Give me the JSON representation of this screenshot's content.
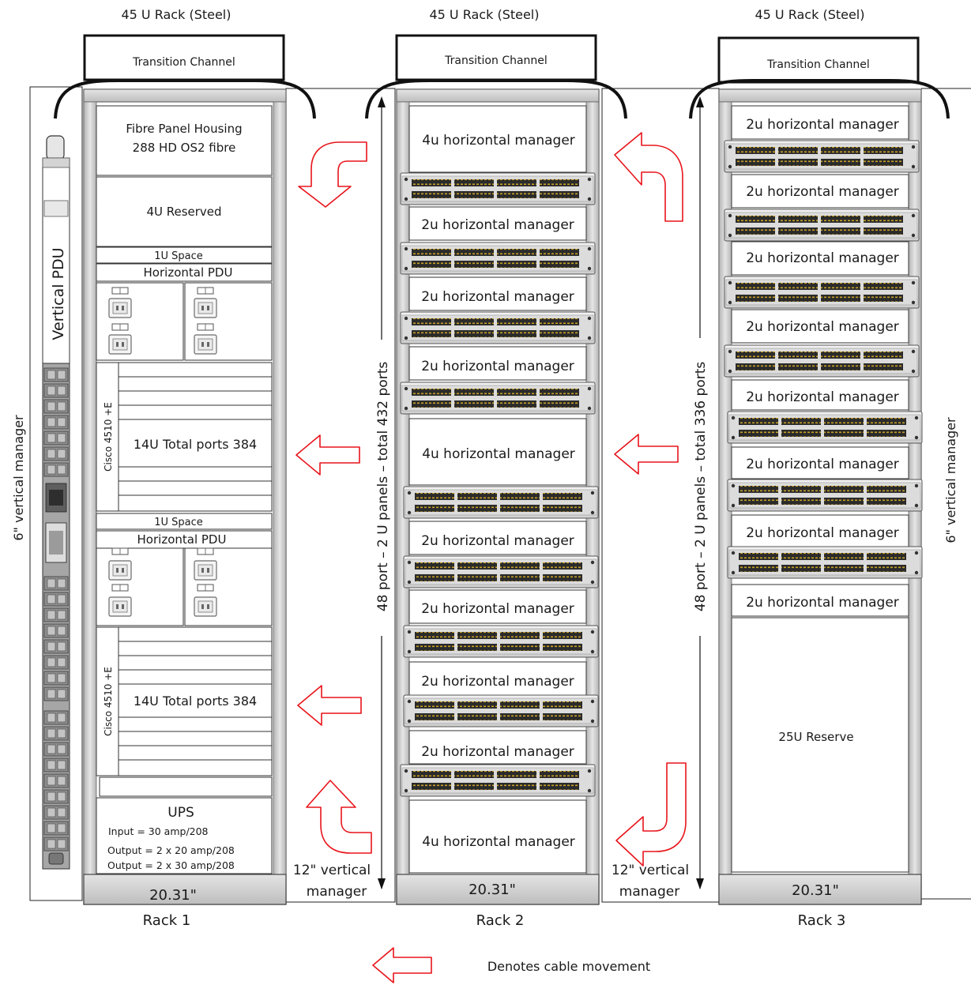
{
  "racks": [
    {
      "top_label": "45 U Rack (Steel)",
      "transition_label": "Transition Channel",
      "width_label": "20.31\"",
      "name": "Rack 1"
    },
    {
      "top_label": "45 U Rack (Steel)",
      "transition_label": "Transition Channel",
      "width_label": "20.31\"",
      "name": "Rack 2"
    },
    {
      "top_label": "45 U Rack (Steel)",
      "transition_label": "Transition Channel",
      "width_label": "20.31\"",
      "name": "Rack 3"
    }
  ],
  "rack1": {
    "fibre_line1": "Fibre Panel Housing",
    "fibre_line2": "288 HD OS2 fibre",
    "reserved": "4U Reserved",
    "space1": "1U Space",
    "hpdu1": "Horizontal PDU",
    "switch1_side": "Cisco 4510 +E",
    "switch1_label": "14U Total ports 384",
    "space2": "1U Space",
    "hpdu2": "Horizontal PDU",
    "switch2_side": "Cisco 4510 +E",
    "switch2_label": "14U Total ports 384",
    "ups_title": "UPS",
    "ups_input": "Input = 30 amp/208",
    "ups_output1": "Output = 2 x 20 amp/208",
    "ups_output2": "Output = 2 x 30 amp/208"
  },
  "rack2": {
    "managers": [
      "4u horizontal manager",
      "2u horizontal manager",
      "2u horizontal manager",
      "2u horizontal manager",
      "4u horizontal manager",
      "2u horizontal manager",
      "2u horizontal manager",
      "2u horizontal manager",
      "2u horizontal manager",
      "4u horizontal manager"
    ],
    "ports_label": "48 port – 2 U panels – total 432 ports"
  },
  "rack3": {
    "managers": [
      "2u horizontal manager",
      "2u horizontal manager",
      "2u horizontal manager",
      "2u horizontal manager",
      "2u horizontal manager",
      "2u horizontal manager",
      "2u horizontal manager",
      "2u horizontal manager"
    ],
    "reserve": "25U Reserve",
    "ports_label": "48 port – 2 U panels – total 336 ports"
  },
  "vertical_pdu": "Vertical PDU",
  "vm_left": "6\" vertical manager",
  "vm_right": "6\" vertical manager",
  "vm12_a": [
    "12\" vertical",
    "manager"
  ],
  "vm12_b": [
    "12\" vertical",
    "manager"
  ],
  "legend": "Denotes cable movement",
  "colors": {
    "arrow": "#e8141b",
    "frame": "#c8c8c8",
    "ink": "#1a1a1a"
  }
}
